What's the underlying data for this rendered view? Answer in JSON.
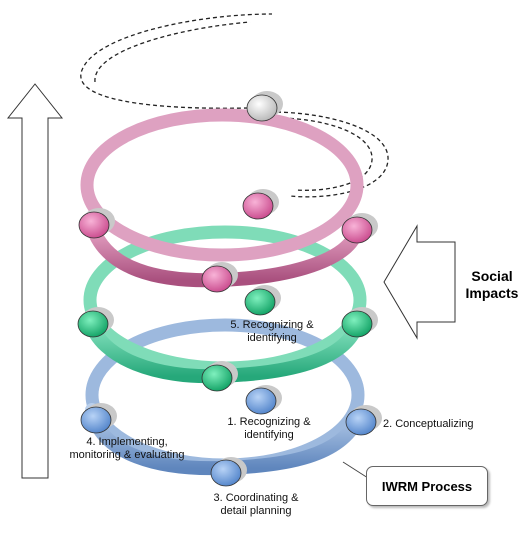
{
  "labels": {
    "step1": "1. Recognizing & identifying",
    "step2": "2. Conceptualizing",
    "step3": "3. Coordinating & detail planning",
    "step4": "4. Implementing, monitoring & evaluating",
    "step5": "5. Recognizing & identifying",
    "social_impacts": "Social Impacts",
    "process_box": "IWRM Process"
  },
  "colors": {
    "blue_ring": "#8fb0d8",
    "blue_ring_dark": "#5d84b8",
    "green_ring": "#5fd4a6",
    "green_ring_dark": "#2fae82",
    "pink_ring": "#d67fa9",
    "pink_ring_dark": "#b05585",
    "node_blue": "#6f9fe0",
    "node_green": "#1fc07e",
    "node_pink": "#e26aa8",
    "node_white": "#d8d8d8"
  }
}
